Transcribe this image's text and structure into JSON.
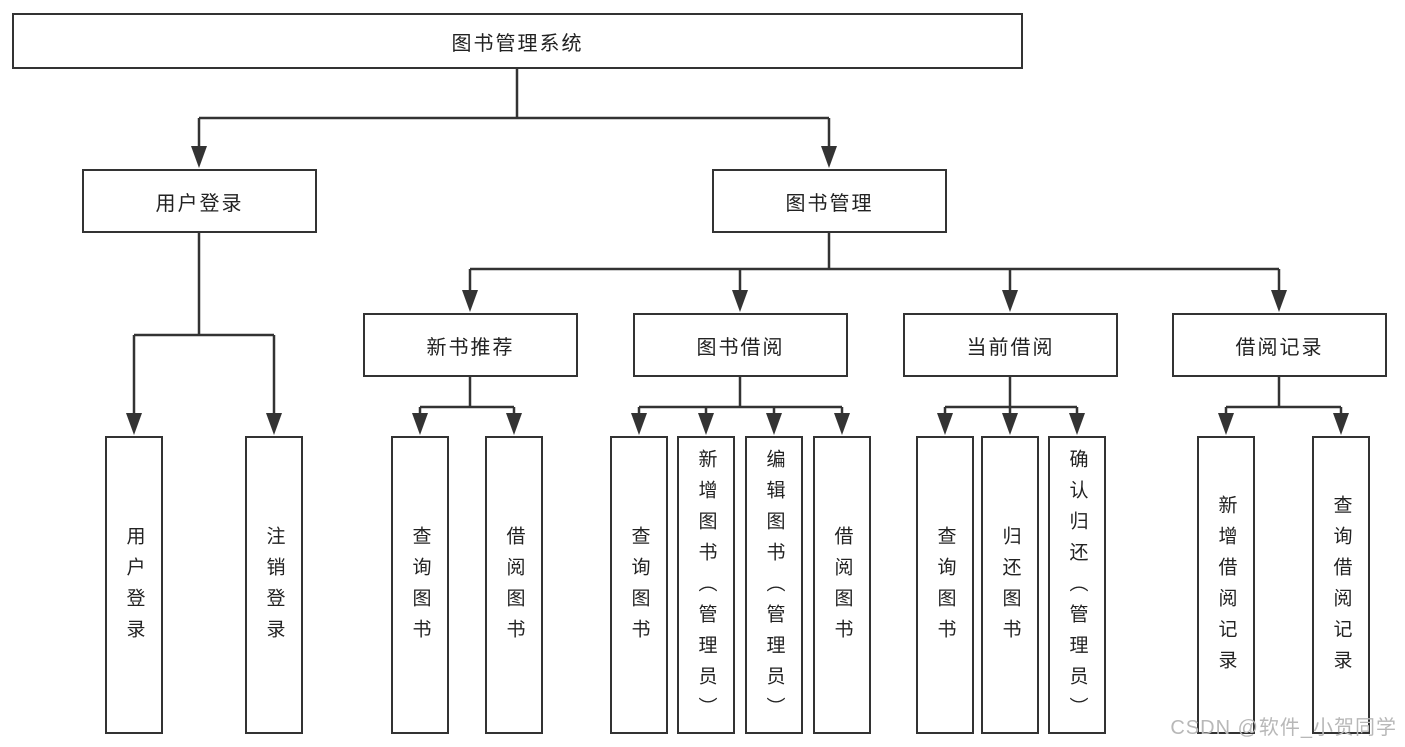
{
  "diagram": {
    "root": "图书管理系统",
    "user_login": {
      "label": "用户登录",
      "children": [
        "用户登录",
        "注销登录"
      ]
    },
    "book_management": {
      "label": "图书管理",
      "sections": {
        "new_book_recommend": {
          "label": "新书推荐",
          "children": [
            "查询图书",
            "借阅图书"
          ]
        },
        "book_borrow": {
          "label": "图书借阅",
          "children": [
            "查询图书",
            "新增图书（管理员）",
            "编辑图书（管理员）",
            "借阅图书"
          ]
        },
        "current_borrow": {
          "label": "当前借阅",
          "children": [
            "查询图书",
            "归还图书",
            "确认归还（管理员）"
          ]
        },
        "borrow_record": {
          "label": "借阅记录",
          "children": [
            "新增借阅记录",
            "查询借阅记录"
          ]
        }
      }
    },
    "watermark": "CSDN @软件_小贺同学",
    "colors": {
      "line": "#333333",
      "box_border": "#333333",
      "box_fill": "#ffffff",
      "text": "#222222",
      "watermark": "#b8b8b8"
    }
  }
}
